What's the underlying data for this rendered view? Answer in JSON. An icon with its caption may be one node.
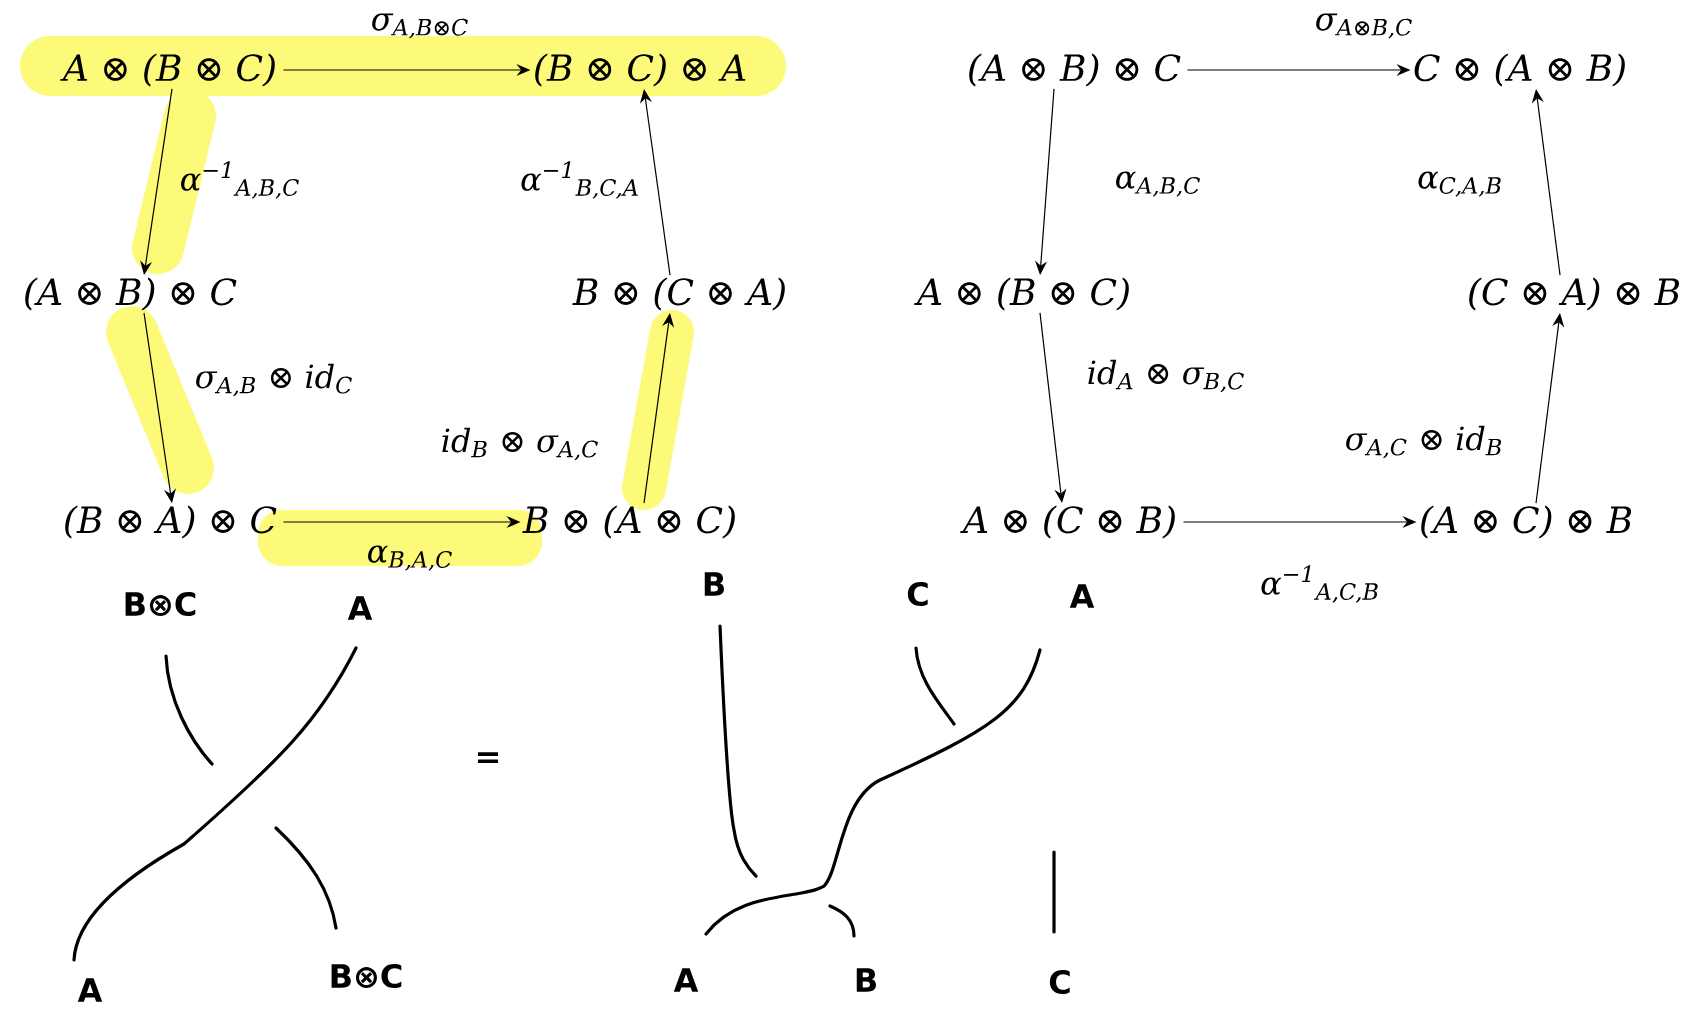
{
  "diagram": {
    "nodes": [
      {
        "text": [
          "A ⊗ (B ⊗ C)"
        ]
      },
      {
        "text": [
          "(B ⊗ C) ⊗ A"
        ]
      },
      {
        "text": [
          "(A ⊗ B) ⊗ C"
        ]
      },
      {
        "text": [
          "B ⊗ (C ⊗ A)"
        ]
      },
      {
        "text": [
          "(B ⊗ A) ⊗ C"
        ]
      },
      {
        "text": [
          "B ⊗ (A ⊗ C)"
        ]
      },
      {
        "text": [
          "(A ⊗ B) ⊗ C"
        ]
      },
      {
        "text": [
          "C ⊗ (A ⊗ B)"
        ]
      },
      {
        "text": [
          "A ⊗ (B ⊗ C)"
        ]
      },
      {
        "text": [
          "(C ⊗ A) ⊗ B"
        ]
      },
      {
        "text": [
          "A ⊗ (C ⊗ B)"
        ]
      },
      {
        "text": [
          "(A ⊗ C) ⊗ B"
        ]
      }
    ],
    "edges": [
      {
        "from": 0,
        "to": 1,
        "arrow": "to",
        "label": "σ$_{A,B⊗C}$"
      },
      {
        "from": 0,
        "to": 2,
        "arrow": "to",
        "label": "α$^{−1}$$_{A,B,C}$"
      },
      {
        "from": 2,
        "to": 4,
        "arrow": "to",
        "label": "σ$_{A,B}$ ⊗ id$_{C}$"
      },
      {
        "from": 4,
        "to": 5,
        "arrow": "to",
        "label": "α$_{B,A,C}$"
      },
      {
        "from": 5,
        "to": 3,
        "arrow": "to",
        "label": "id$_{B}$ ⊗ σ$_{A,C}$"
      },
      {
        "from": 3,
        "to": 1,
        "arrow": "to",
        "label": "α$^{−1}$$_{B,C,A}$"
      },
      {
        "from": 6,
        "to": 7,
        "arrow": "to",
        "label": "σ$_{A⊗B,C}$"
      },
      {
        "from": 6,
        "to": 8,
        "arrow": "to",
        "label": "α$_{A,B,C}$"
      },
      {
        "from": 8,
        "to": 10,
        "arrow": "to",
        "label": "id$_{A}$ ⊗ σ$_{B,C}$"
      },
      {
        "from": 10,
        "to": 11,
        "arrow": "to",
        "label": "α$^{−1}$$_{A,C,B}$"
      },
      {
        "from": 11,
        "to": 9,
        "arrow": "to",
        "label": "σ$_{A,C}$ ⊗ id$_{B}$"
      },
      {
        "from": 9,
        "to": 7,
        "arrow": "to",
        "label": "α$_{C,A,B}$"
      }
    ],
    "labels": [
      "B⊗C",
      "A",
      "B",
      "C",
      "A",
      "=",
      "A",
      "B⊗C",
      "A",
      "B",
      "C"
    ]
  }
}
